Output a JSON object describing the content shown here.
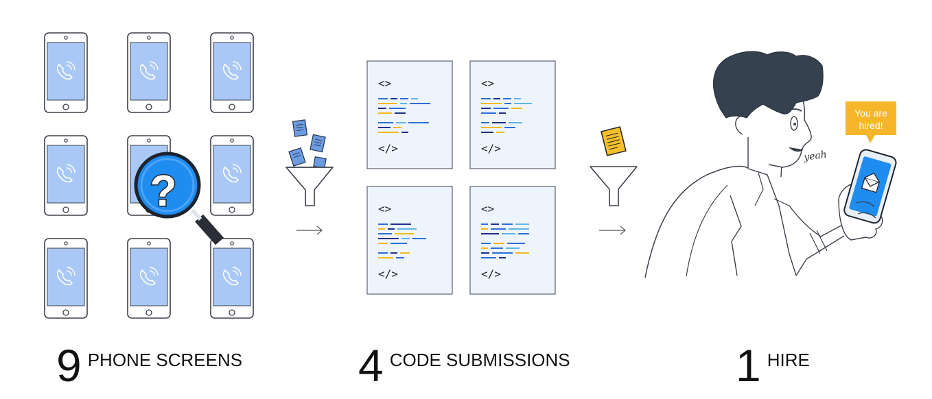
{
  "steps": [
    {
      "number": "9",
      "label": "PHONE SCREENS"
    },
    {
      "number": "4",
      "label": "CODE SUBMISSIONS"
    },
    {
      "number": "1",
      "label": "HIRE"
    }
  ],
  "code_tags": {
    "open": "<>",
    "close": "</>"
  },
  "speech_bubble": {
    "line1": "You are",
    "line2": "hired!"
  },
  "exclamation": "yeah",
  "question_mark": "?",
  "colors": {
    "screen_blue": "#a9c8f5",
    "outline": "#3b3f4a",
    "code_blue": "#2b6fd6",
    "code_navy": "#1a2f8a",
    "code_yellow": "#f3b81a",
    "code_light": "#5fb3e8",
    "doc_bg": "#eef4fc",
    "hair": "#364150",
    "bubble": "#f6b62a",
    "magnifier": "#1f8cf0"
  }
}
